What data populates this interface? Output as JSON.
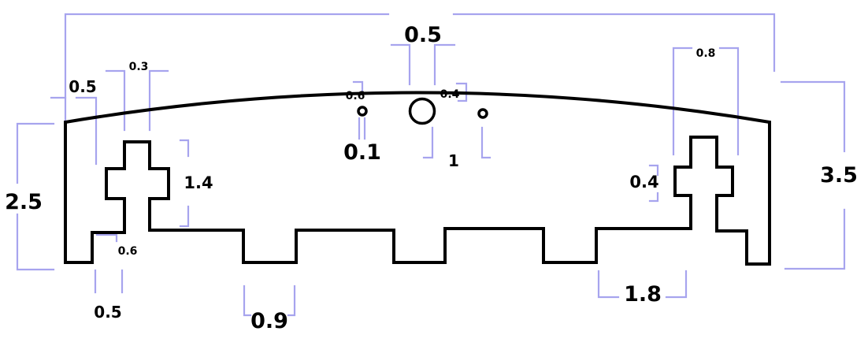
{
  "diagram": {
    "colors": {
      "outline": "#000000",
      "dimension_lines": "#a7a4ee",
      "background": "#ffffff"
    },
    "labels": {
      "top_hole_diameter": "0.5",
      "top_left_notch_width": "0.3",
      "left_tab_offset": "0.5",
      "left_small_hole_spacing": "0.6",
      "right_small_hole_spacing": "0.4",
      "right_top_width": "0.8",
      "small_hole_size": "0.1",
      "center_hole_offset": "1",
      "left_height": "2.5",
      "left_slot_height": "1.4",
      "right_notch": "0.4",
      "right_height": "3.5",
      "left_foot_gap": "0.6",
      "left_foot_width": "0.5",
      "bottom_slot_width": "0.9",
      "right_bottom_width": "1.8"
    }
  }
}
